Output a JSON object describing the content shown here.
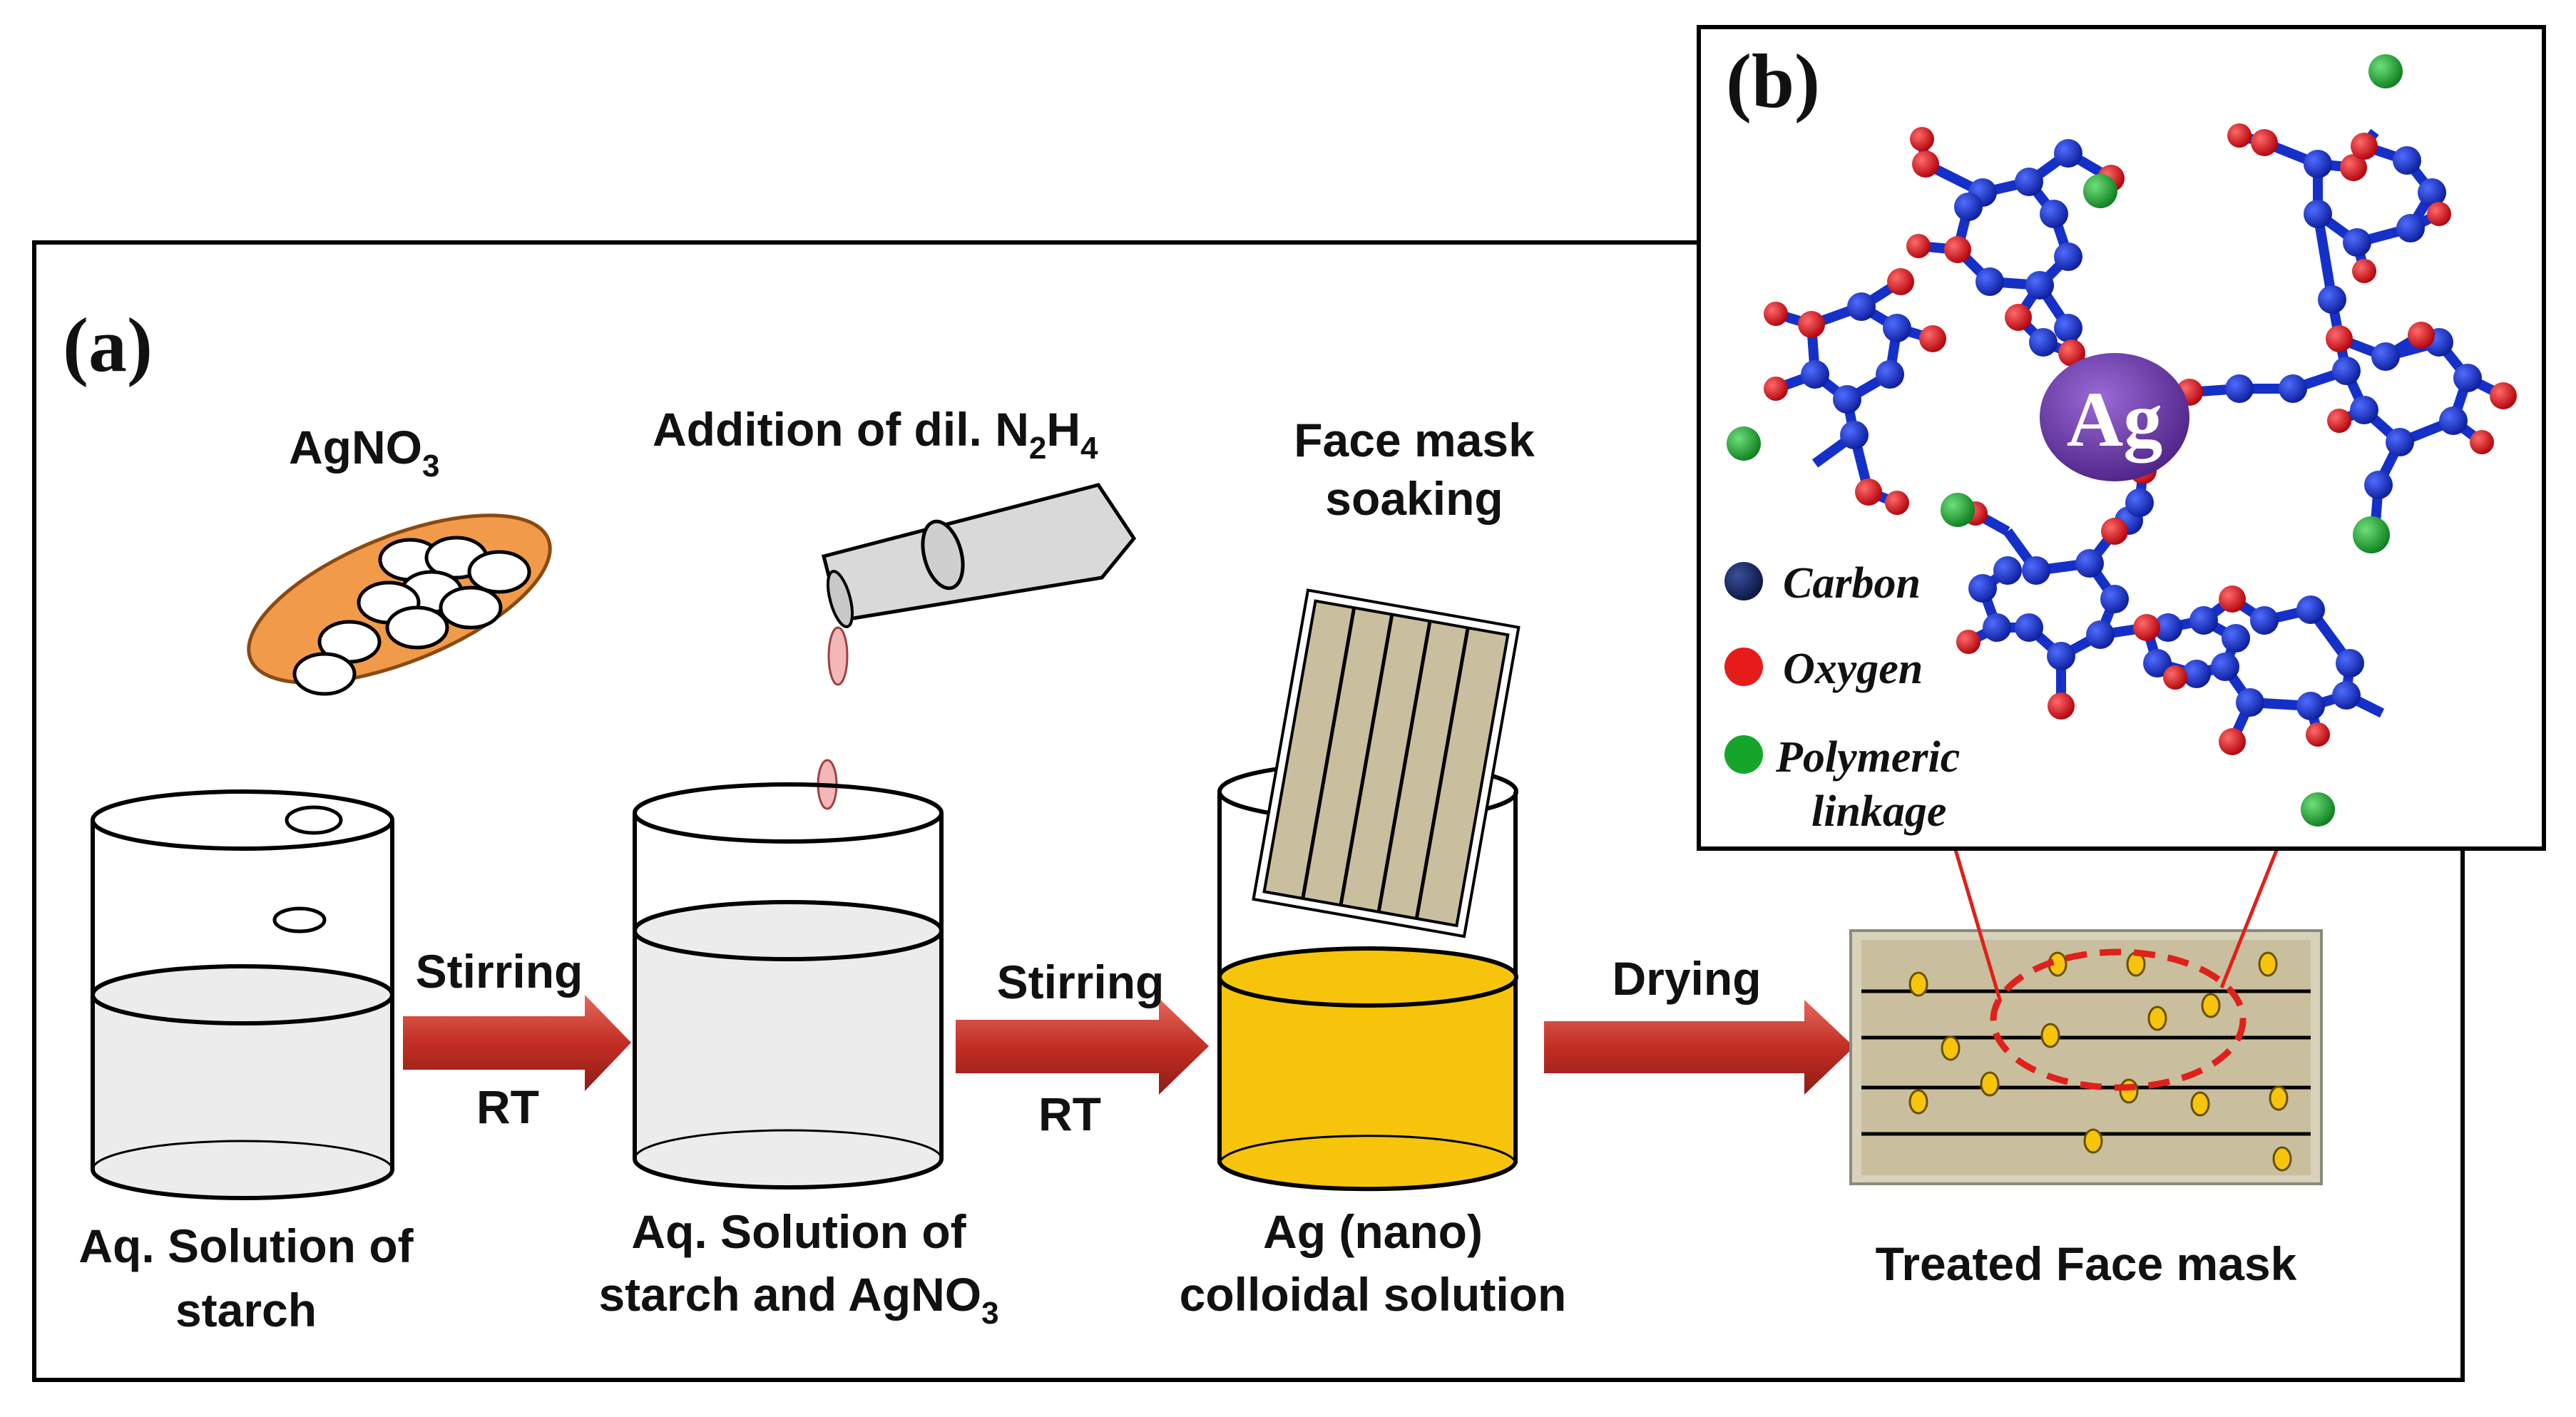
{
  "panel_a": {
    "label": "(a)",
    "reagent_main": "AgNO",
    "reagent_sub": "3",
    "addition_main": "Addition of dil. N",
    "addition_sub1": "2",
    "addition_mid": "H",
    "addition_sub2": "4",
    "soak_line1": "Face mask",
    "soak_line2": "soaking",
    "arrow1_top": "Stirring",
    "arrow1_bottom": "RT",
    "arrow2_top": "Stirring",
    "arrow2_bottom": "RT",
    "arrow3_top": "Drying",
    "beaker1_line1": "Aq. Solution of",
    "beaker1_line2": "starch",
    "beaker2_line1": "Aq. Solution of",
    "beaker2_line2_main": "starch and AgNO",
    "beaker2_line2_sub": "3",
    "beaker3_line1": "Ag (nano)",
    "beaker3_line2": "colloidal solution",
    "mask_caption": "Treated Face mask"
  },
  "panel_b": {
    "label": "(b)",
    "center_atom": "Ag",
    "legend": [
      {
        "name": "Carbon",
        "color": "#13235a"
      },
      {
        "name": "Oxygen",
        "color": "#e81b1b"
      },
      {
        "name": "Polymeric",
        "color": "#15a52a"
      },
      {
        "name": "linkage",
        "color": ""
      }
    ]
  },
  "colors": {
    "arrow": "#c8372b",
    "colloid": "#f7c40c",
    "mask": "#c9bf9e",
    "tray": "#f19a4a",
    "ag_atom": "#6a3aa8",
    "carbon_atom": "#1530c8",
    "oxygen_atom": "#e0121a",
    "linkage_atom": "#1fa62c"
  }
}
